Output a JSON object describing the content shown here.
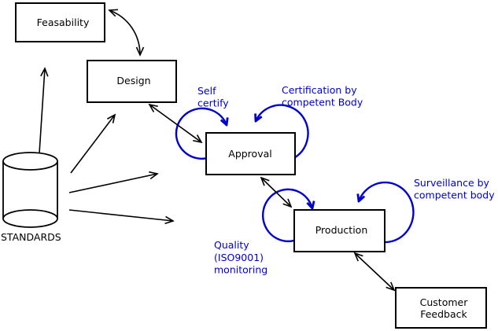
{
  "nodes": {
    "feasability": {
      "label": "Feasability"
    },
    "design": {
      "label": "Design"
    },
    "approval": {
      "label": "Approval"
    },
    "production": {
      "label": "Production"
    },
    "customer_feedback": {
      "line1": "Customer",
      "line2": "Feedback"
    },
    "standards": {
      "label": "STANDARDS"
    }
  },
  "annotations": {
    "self_certify": {
      "line1": "Self",
      "line2": "certify"
    },
    "certification": {
      "line1": "Certification by",
      "line2": "competent Body"
    },
    "surveillance": {
      "line1": "Surveillance by",
      "line2": "competent body"
    },
    "quality": {
      "line1": "Quality",
      "line2": "(ISO9001)",
      "line3": "monitoring"
    }
  },
  "colors": {
    "annotation_blue": "#0000cc",
    "line_black": "#000000",
    "background": "#ffffff"
  }
}
